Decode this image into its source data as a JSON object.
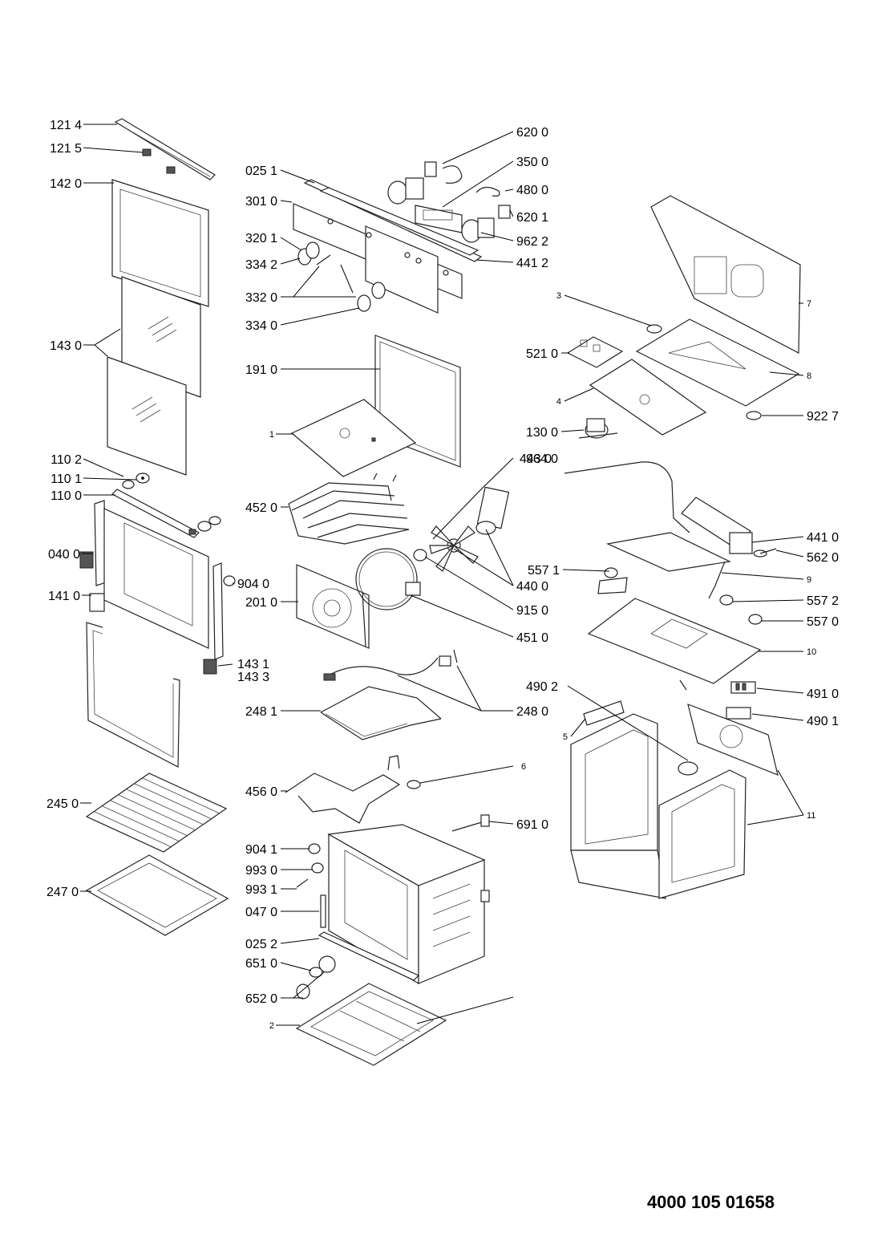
{
  "labels": {
    "l1214": "121 4",
    "l1215": "121 5",
    "l1420": "142 0",
    "l1430": "143 0",
    "l1102": "110 2",
    "l1101": "110 1",
    "l1100": "110 0",
    "l0400": "040 0",
    "l1410": "141 0",
    "l1431": "143 1",
    "l1433": "143 3",
    "l2450": "245 0",
    "l2470": "247 0",
    "l0251": "025 1",
    "l3010": "301 0",
    "l3201": "320 1",
    "l3342": "334 2",
    "l3320": "332 0",
    "l3340": "334 0",
    "l1910": "191 0",
    "l1": "1",
    "l4520": "452 0",
    "l9040": "904 0",
    "l2010": "201 0",
    "l2481": "248 1",
    "l4560": "456 0",
    "l9041": "904 1",
    "l9930": "993 0",
    "l9931": "993 1",
    "l0470": "047 0",
    "l0252": "025 2",
    "l6510": "651 0",
    "l6520": "652 0",
    "l2": "2",
    "l6200": "620 0",
    "l3500": "350 0",
    "l4800": "480 0",
    "l6201": "620 1",
    "l9622": "962 2",
    "l4412": "441 2",
    "l3": "3",
    "l5210": "521 0",
    "l4": "4",
    "l1300": "130 0",
    "l7": "7",
    "l8": "8",
    "l9227": "922 7",
    "l4430": "443 0",
    "l9640": "964 0",
    "l4410": "441 0",
    "l5620": "562 0",
    "l5571": "557 1",
    "l4400": "440 0",
    "l9150": "915 0",
    "l4510": "451 0",
    "l9": "9",
    "l5572": "557 2",
    "l5570": "557 0",
    "l10": "10",
    "l4902": "490 2",
    "l2480": "248 0",
    "l4910": "491 0",
    "l4901": "490 1",
    "l5": "5",
    "l6": "6",
    "l6910": "691 0",
    "l11": "11"
  },
  "document_number": "4000 105 01658"
}
